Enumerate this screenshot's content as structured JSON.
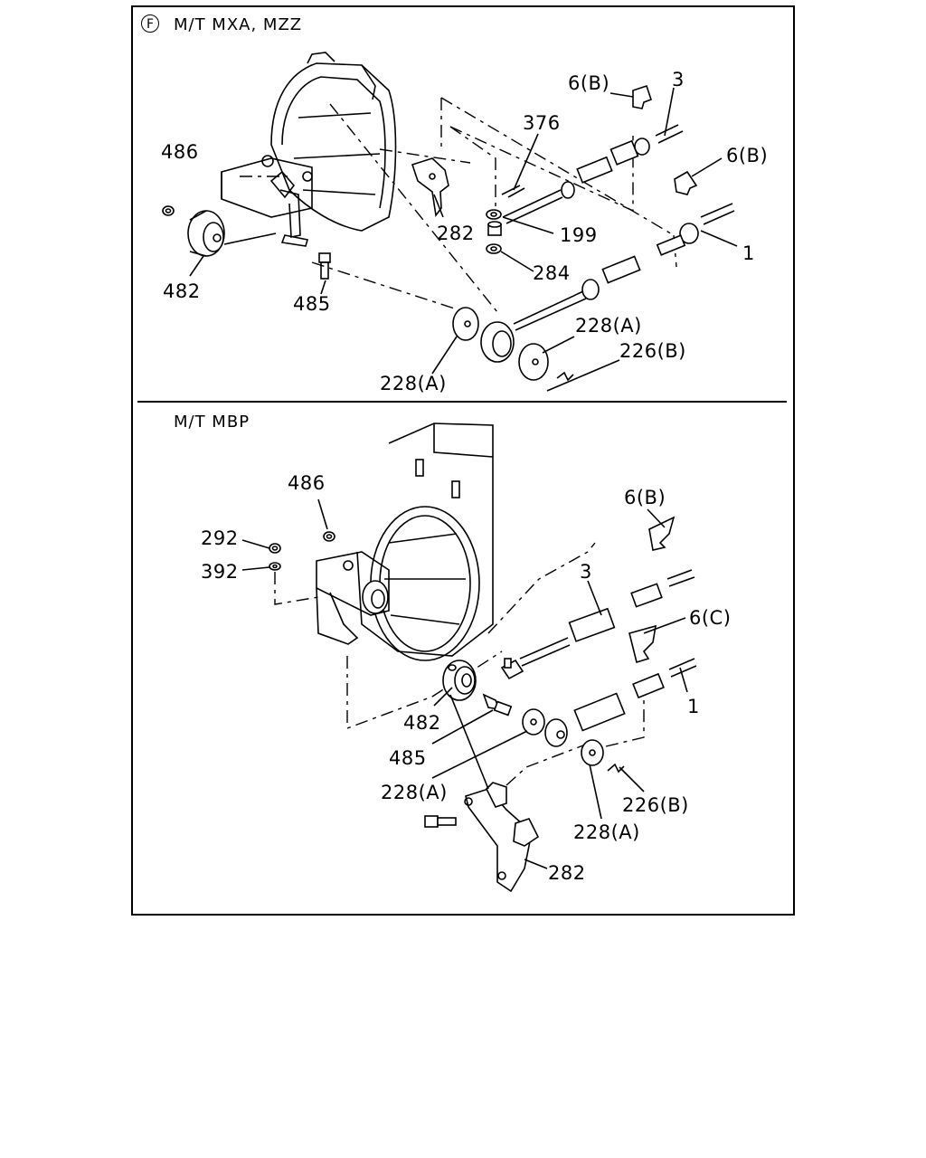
{
  "top_section": {
    "marker": "F",
    "title": "M/T  MXA, MZZ",
    "labels": {
      "p6b_1": "6(B)",
      "p3": "3",
      "p376": "376",
      "p486": "486",
      "p6b_2": "6(B)",
      "p282": "282",
      "p199": "199",
      "p1": "1",
      "p284": "284",
      "p482": "482",
      "p485": "485",
      "p228a_1": "228(A)",
      "p226b": "226(B)",
      "p228a_2": "228(A)"
    }
  },
  "bottom_section": {
    "title": "M/T  MBP",
    "labels": {
      "p486": "486",
      "p6b": "6(B)",
      "p292": "292",
      "p392": "392",
      "p3": "3",
      "p6c": "6(C)",
      "p1": "1",
      "p482": "482",
      "p485": "485",
      "p228a_1": "228(A)",
      "p226b": "226(B)",
      "p228a_2": "228(A)",
      "p282": "282"
    }
  }
}
